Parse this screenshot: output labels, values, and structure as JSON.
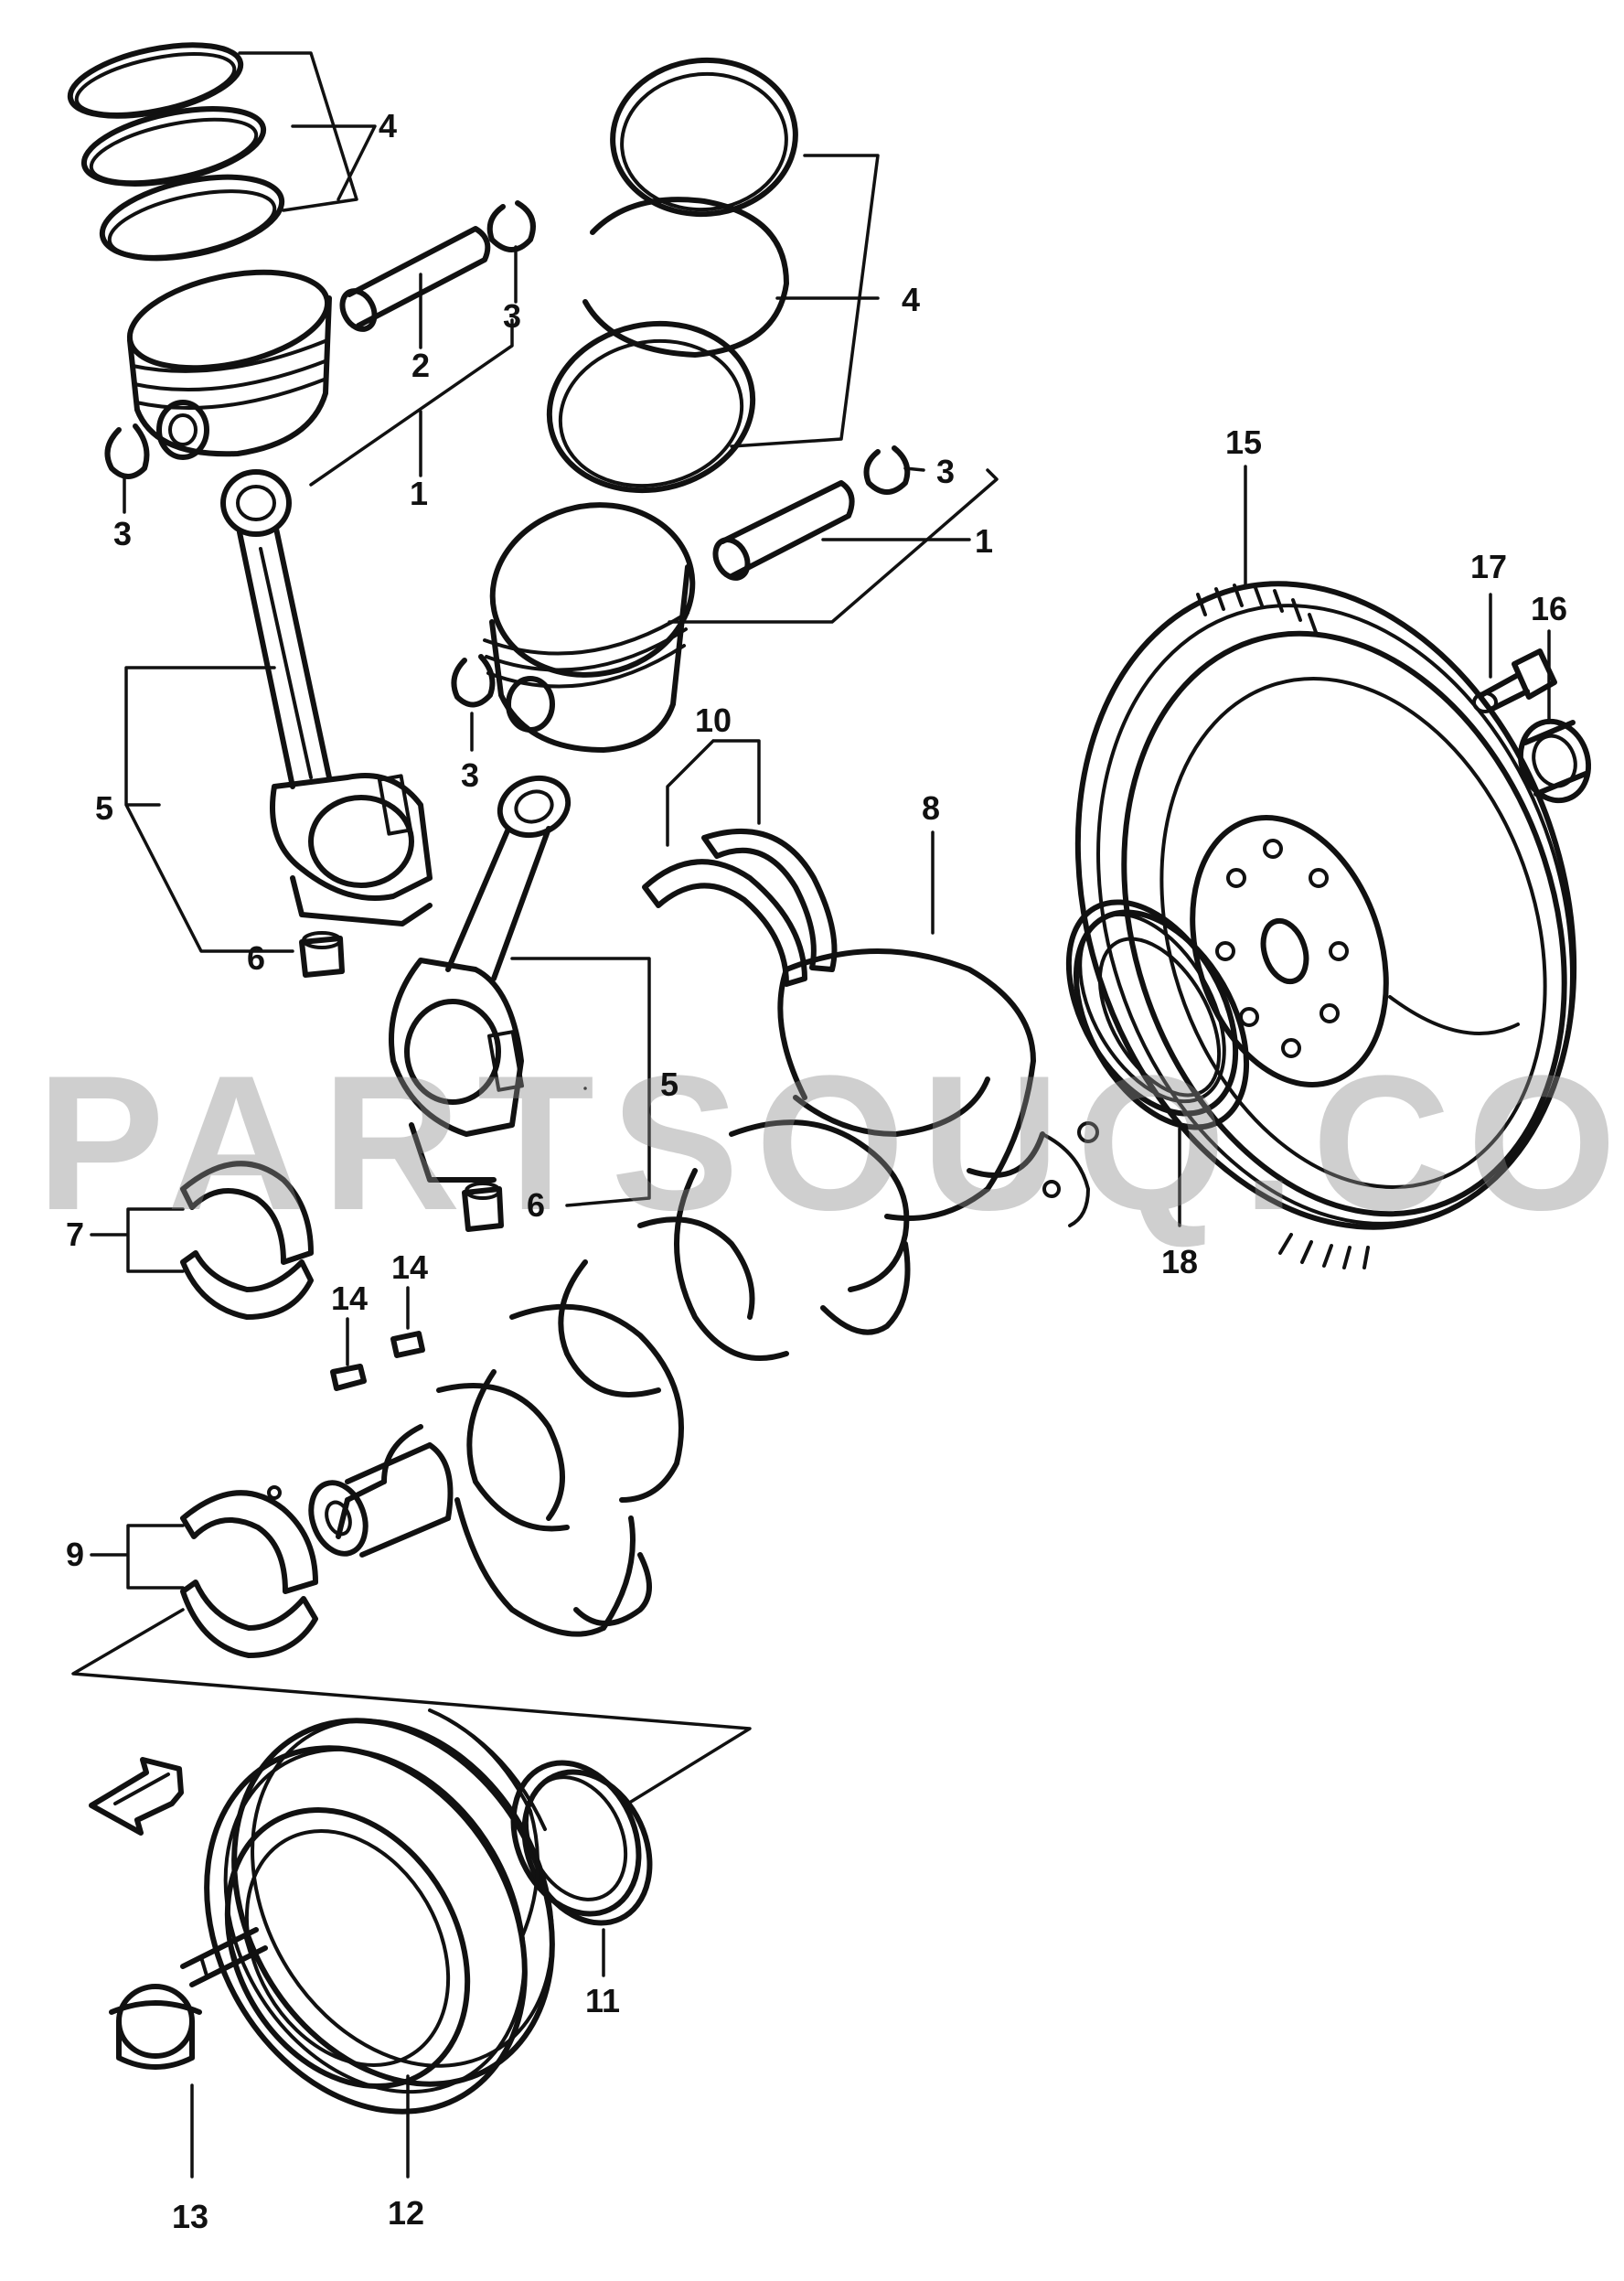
{
  "watermark": {
    "text": "PARTSOUQ.COM",
    "color": "#8c8c8c"
  },
  "colors": {
    "line": "#111111",
    "background": "#ffffff"
  },
  "front_arrow": {
    "icon": "front-direction-arrow-icon"
  },
  "callouts": {
    "c1a": "1",
    "c1b": "1",
    "c2": "2",
    "c3a": "3",
    "c3b": "3",
    "c3c": "3",
    "c3d": "3",
    "c4a": "4",
    "c4b": "4",
    "c5a": "5",
    "c5b": "5",
    "c6a": "6",
    "c6b": "6",
    "c7": "7",
    "c8": "8",
    "c9": "9",
    "c10": "10",
    "c11": "11",
    "c12": "12",
    "c13": "13",
    "c14a": "14",
    "c14b": "14",
    "c15": "15",
    "c16": "16",
    "c17": "17",
    "c18": "18"
  }
}
